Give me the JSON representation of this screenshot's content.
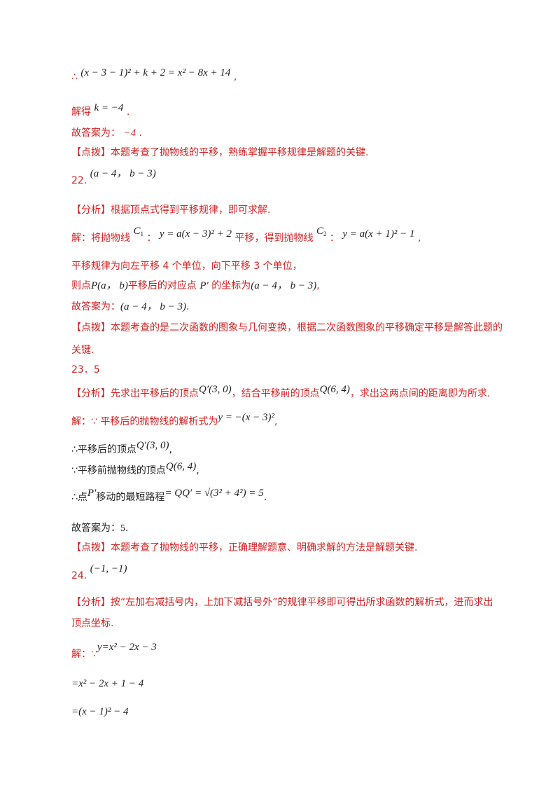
{
  "l1": {
    "sym": "∴",
    "expr": "(x − 3 − 1)² + k + 2 = x² − 8x + 14",
    "tail": ","
  },
  "l2": {
    "pre": "解得",
    "expr": "k = −4",
    "tail": "."
  },
  "l3": {
    "pre": "故答案为：",
    "val": "−4",
    "tail": "."
  },
  "l4": {
    "tag": "【点拨】",
    "text": "本题考查了抛物线的平移，熟练掌握平移规律是解题的关键."
  },
  "q22": {
    "num": "22.",
    "ans": "(a − 4， b − 3)"
  },
  "a22": {
    "tag": "【分析】",
    "text": "根据顶点式得到平移规律，即可求解."
  },
  "s22": {
    "pre": "解：将抛物线",
    "c1": "C",
    "c1sub": "1",
    "colon": "：",
    "eq1": "y = a(x − 3)² + 2",
    "mid": "平移，得到抛物线",
    "c2": "C",
    "c2sub": "2",
    "eq2": "y = a(x + 1)² − 1",
    "tail": ","
  },
  "r22a": {
    "text": "平移规律为向左平移 4 个单位，向下平移 3 个单位，"
  },
  "r22b": {
    "pre": "则点",
    "p": "P(a， b)",
    "mid": "平移后的对应点",
    "pp": "P′",
    "mid2": "的坐标为",
    "coord": "(a − 4， b − 3)",
    "tail": ","
  },
  "r22c": {
    "pre": "故答案为：",
    "val": "(a − 4， b − 3)",
    "tail": "."
  },
  "d22": {
    "tag": "【点拨】",
    "text1": "本题考查的是二次函数的图象与几何变换，根据二次函数图象的平移确定平移是解答此题的",
    "text2": "关键."
  },
  "q23": {
    "num": "23．5"
  },
  "a23": {
    "tag": "【分析】",
    "t1": "先求出平移后的顶点",
    "q1": "Q′(3, 0)",
    "t2": "，结合平移前的顶点",
    "q2": "Q(6, 4)",
    "t3": "，求出这两点间的距离即为所求."
  },
  "s23a": {
    "pre": "解：∵ 平移后的抛物线的解析式为",
    "eq": "y = −(x − 3)²",
    "tail": ","
  },
  "s23b": {
    "pre": "∴平移后的顶点",
    "q": "Q′(3, 0)",
    "tail": ","
  },
  "s23c": {
    "pre": "∵平移前抛物线的顶点",
    "q": "Q(6, 4)",
    "tail": ","
  },
  "s23d": {
    "pre": "∴点",
    "p": "P′",
    "mid": "移动的最短路程",
    "eq": "= QQ′ = √(3² + 4²) = 5",
    "tail": "."
  },
  "s23e": {
    "pre": "故答案为：",
    "val": "5",
    "tail": "."
  },
  "d23": {
    "tag": "【点拨】",
    "text": "本题考查了抛物线的平移，正确理解题意、明确求解的方法是解题关键."
  },
  "q24": {
    "num": "24.",
    "ans": "(−1, −1)"
  },
  "a24": {
    "tag": "【分析】",
    "text1": "按“左加右减括号内，上加下减括号外”的规律平移即可得出所求函数的解析式，进而求出",
    "text2": "顶点坐标."
  },
  "s24": {
    "pre": "解：∵",
    "eq": "y=x² − 2x − 3"
  },
  "s24b": {
    "eq": "=x² − 2x + 1 − 4"
  },
  "s24c": {
    "eq": "=(x − 1)² − 4"
  }
}
